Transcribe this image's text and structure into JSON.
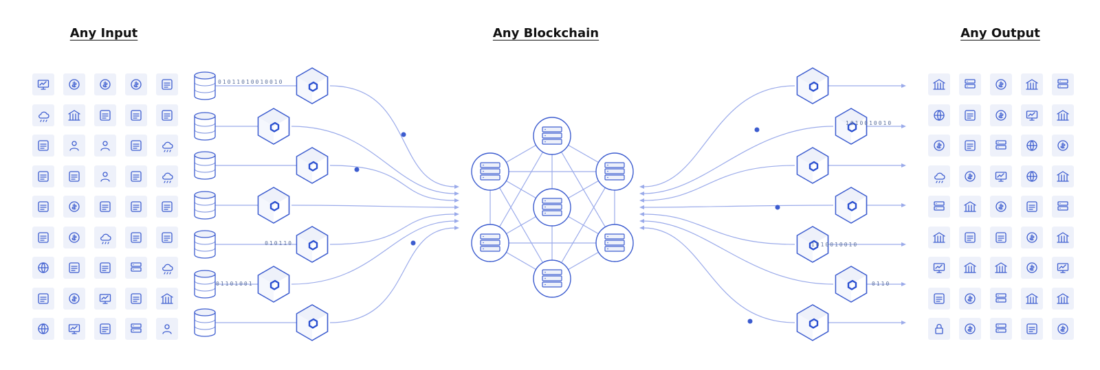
{
  "headings": {
    "input": "Any Input",
    "blockchain": "Any Blockchain",
    "output": "Any Output"
  },
  "colors": {
    "accent": "#3c5ccf",
    "line": "#9aaaea",
    "tile_bg": "#eef1fa",
    "binary_text": "#5b6f9c"
  },
  "input_icons": [
    "line-chart-icon",
    "dollar-coins-icon",
    "spreadsheet-dollar-icon",
    "coin-stack-trend-icon",
    "compass-icon",
    "solar-panel-icon",
    "piggy-bank-icon",
    "gavel-icon",
    "document-edit-icon",
    "landscape-icon",
    "thermometer-icon",
    "users-group-icon",
    "badge-id-icon",
    "delivery-truck-icon",
    "cloud-rain-icon",
    "global-delivery-icon",
    "telescope-icon",
    "binary-person-icon",
    "shopping-cart-icon",
    "weather-sun-icon",
    "basketball-hoop-icon",
    "dollar-exchange-icon",
    "wind-turbine-icon",
    "barrel-icon",
    "satellite-icon",
    "signature-icon",
    "laptop-dollar-icon",
    "weather-sun-field-icon",
    "football-icon",
    "stethoscope-icon",
    "airplane-globe-icon",
    "atom-icon",
    "soccer-ball-icon",
    "database-sync-icon",
    "rain-field-icon",
    "map-pin-icon",
    "bitcoin-hand-icon",
    "monitor-upload-icon",
    "oil-rig-icon",
    "factory-icon",
    "thermometer-globe-icon",
    "code-window-icon",
    "heartbeat-icon",
    "database-card-icon",
    "id-person-icon"
  ],
  "output_icons": [
    "city-buildings-icon",
    "server-card-icon",
    "dollar-sign-icon",
    "bank-hand-icon",
    "server-rack-icon",
    "globe-lock-icon",
    "payment-check-icon",
    "ethereum-icon",
    "terminal-window-icon",
    "bank-building-icon",
    "phone-dollar-icon",
    "rocket-icon",
    "checklist-icon",
    "globe-icon",
    "euro-sign-icon",
    "cloud-lock-icon",
    "bitcoin-icon",
    "monitor-chart-icon",
    "globe-bank-icon",
    "government-building-icon",
    "database-icon",
    "bank-columns-icon",
    "tether-icon",
    "wallet-icon",
    "server-list-icon",
    "building-gear-icon",
    "cubes-icon",
    "gears-icon",
    "dai-icon",
    "office-building-icon",
    "monitor-check-icon",
    "museum-icon",
    "capitol-building-icon",
    "pound-sign-icon",
    "terminal-share-icon",
    "cpu-chip-icon",
    "yen-sign-icon",
    "server-toggle-icon",
    "skyscraper-icon",
    "tower-icon",
    "usb-lock-icon",
    "globe-dollar-icon",
    "hard-drive-icon",
    "newspaper-icon",
    "coin-stack-icon"
  ],
  "binary_labels": {
    "in_row1": "01011010010010",
    "in_row5": "010110",
    "in_row6": "01101001",
    "out_row2": "1010010010",
    "out_row5": "1010010010",
    "out_row6": "0110"
  }
}
